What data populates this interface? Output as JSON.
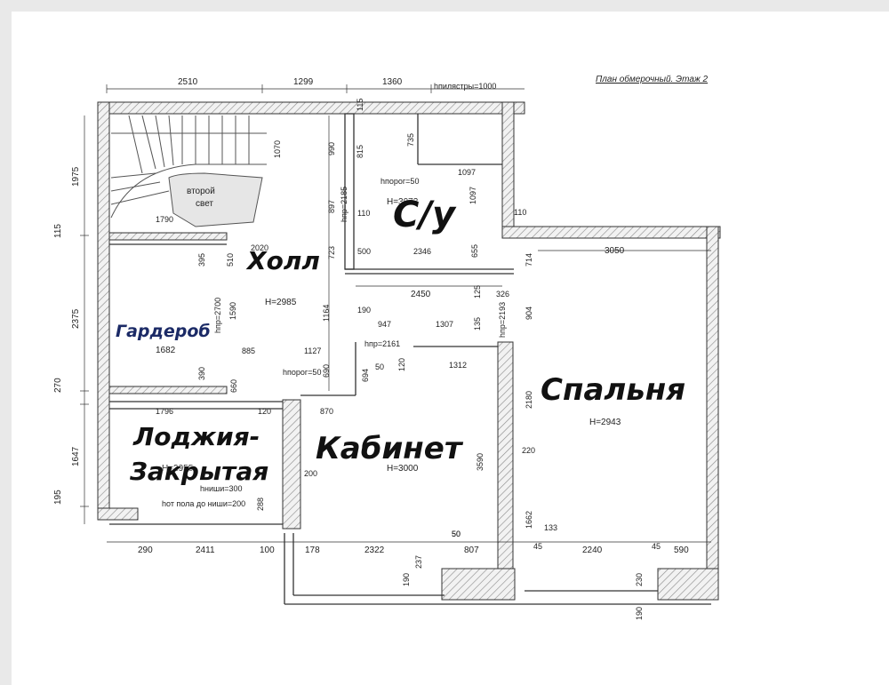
{
  "plan_title": "План обмерочный. Этаж 2",
  "rooms": {
    "hall": "Холл",
    "wc": "С/у",
    "wardrobe": "Гардероб",
    "loggia_line1": "Лоджия-",
    "loggia_line2": "Закрытая",
    "study": "Кабинет",
    "bedroom": "Спальня"
  },
  "stair_label_1": "второй",
  "stair_label_2": "свет",
  "heights": {
    "hall": "H=2985",
    "wc": "H=3073",
    "bedroom": "H=2943",
    "study": "H=3000",
    "loggia": "H=2955",
    "wardrobe": "1682"
  },
  "notes": {
    "parapet": "hпилястры=1000",
    "threshold_wc": "hпорог=50",
    "threshold_hall": "hпорог=50",
    "door_wc": "hпр=2185",
    "door_wardrobe": "hпр=2700",
    "door_study": "hпр=2161",
    "door_bed": "hпр=2193",
    "niche": "hниши=300",
    "niche_floor": "hот пола до ниши=200"
  },
  "dims_top": [
    "2510",
    "1299",
    "1360"
  ],
  "dims_bottom": [
    "290",
    "2411",
    "100",
    "178",
    "2322",
    "807",
    "45",
    "2240",
    "45",
    "590"
  ],
  "dims_left": [
    "1975",
    "115",
    "2375",
    "270",
    "1647",
    "195"
  ],
  "dims_inner": [
    "1070",
    "990",
    "897",
    "723",
    "1164",
    "1590",
    "2020",
    "395",
    "510",
    "390",
    "660",
    "885",
    "1127",
    "690",
    "1796",
    "120",
    "870",
    "1790",
    "115",
    "815",
    "735",
    "110",
    "1097",
    "1097",
    "110",
    "2346",
    "500",
    "655",
    "3050",
    "714",
    "904",
    "2180",
    "2450",
    "326",
    "125",
    "190",
    "947",
    "1307",
    "135",
    "50",
    "120",
    "1312",
    "694",
    "220",
    "1662",
    "133",
    "3590",
    "50",
    "237",
    "190",
    "230",
    "190",
    "288",
    "200",
    "50"
  ]
}
